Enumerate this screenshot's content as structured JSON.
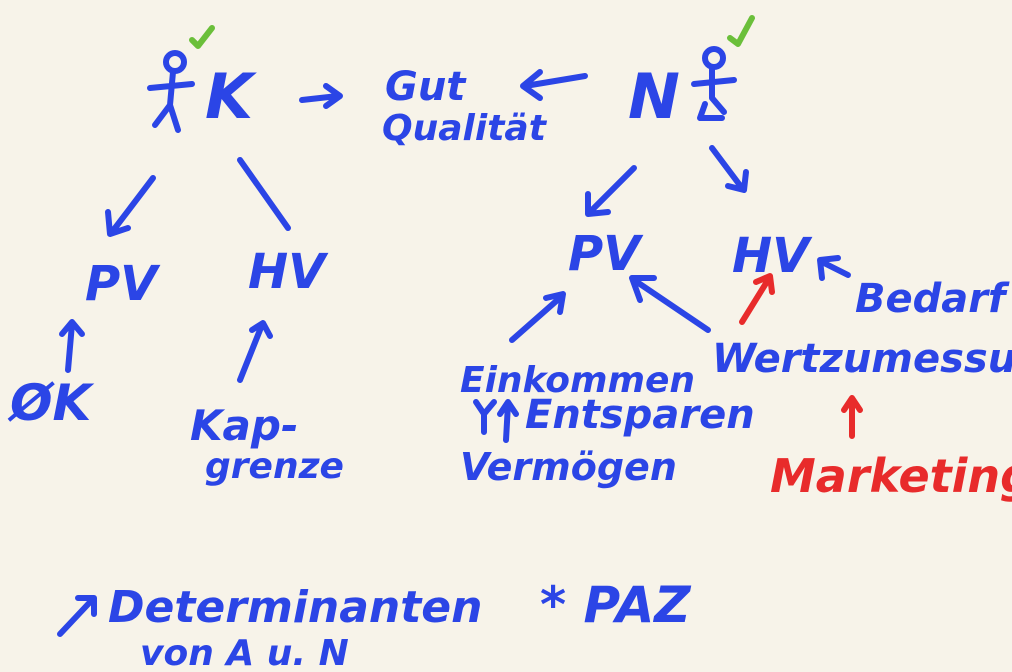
{
  "left": {
    "actor": "K",
    "pv": "PV",
    "hv": "HV",
    "pv_cause": "ØK",
    "hv_cause_line1": "Kap-",
    "hv_cause_line2": "grenze"
  },
  "center": {
    "line1": "Gut",
    "line2": "Qualität"
  },
  "right": {
    "actor": "N",
    "pv": "PV",
    "hv": "HV",
    "bedarf": "Bedarf",
    "einkommen": "Einkommen",
    "entsparen": "Entsparen",
    "vermoegen": "Vermögen",
    "wertzumessung": "Wertzumessung",
    "marketing": "Marketing"
  },
  "bottom": {
    "note_line1": "Determinanten",
    "note_line2": "von A u. N",
    "paz": "* PAZ"
  },
  "colors": {
    "ink": "#2b45e6",
    "accent": "#e82b2b",
    "check": "#6bbf3a",
    "paper": "#f7f3e9"
  }
}
